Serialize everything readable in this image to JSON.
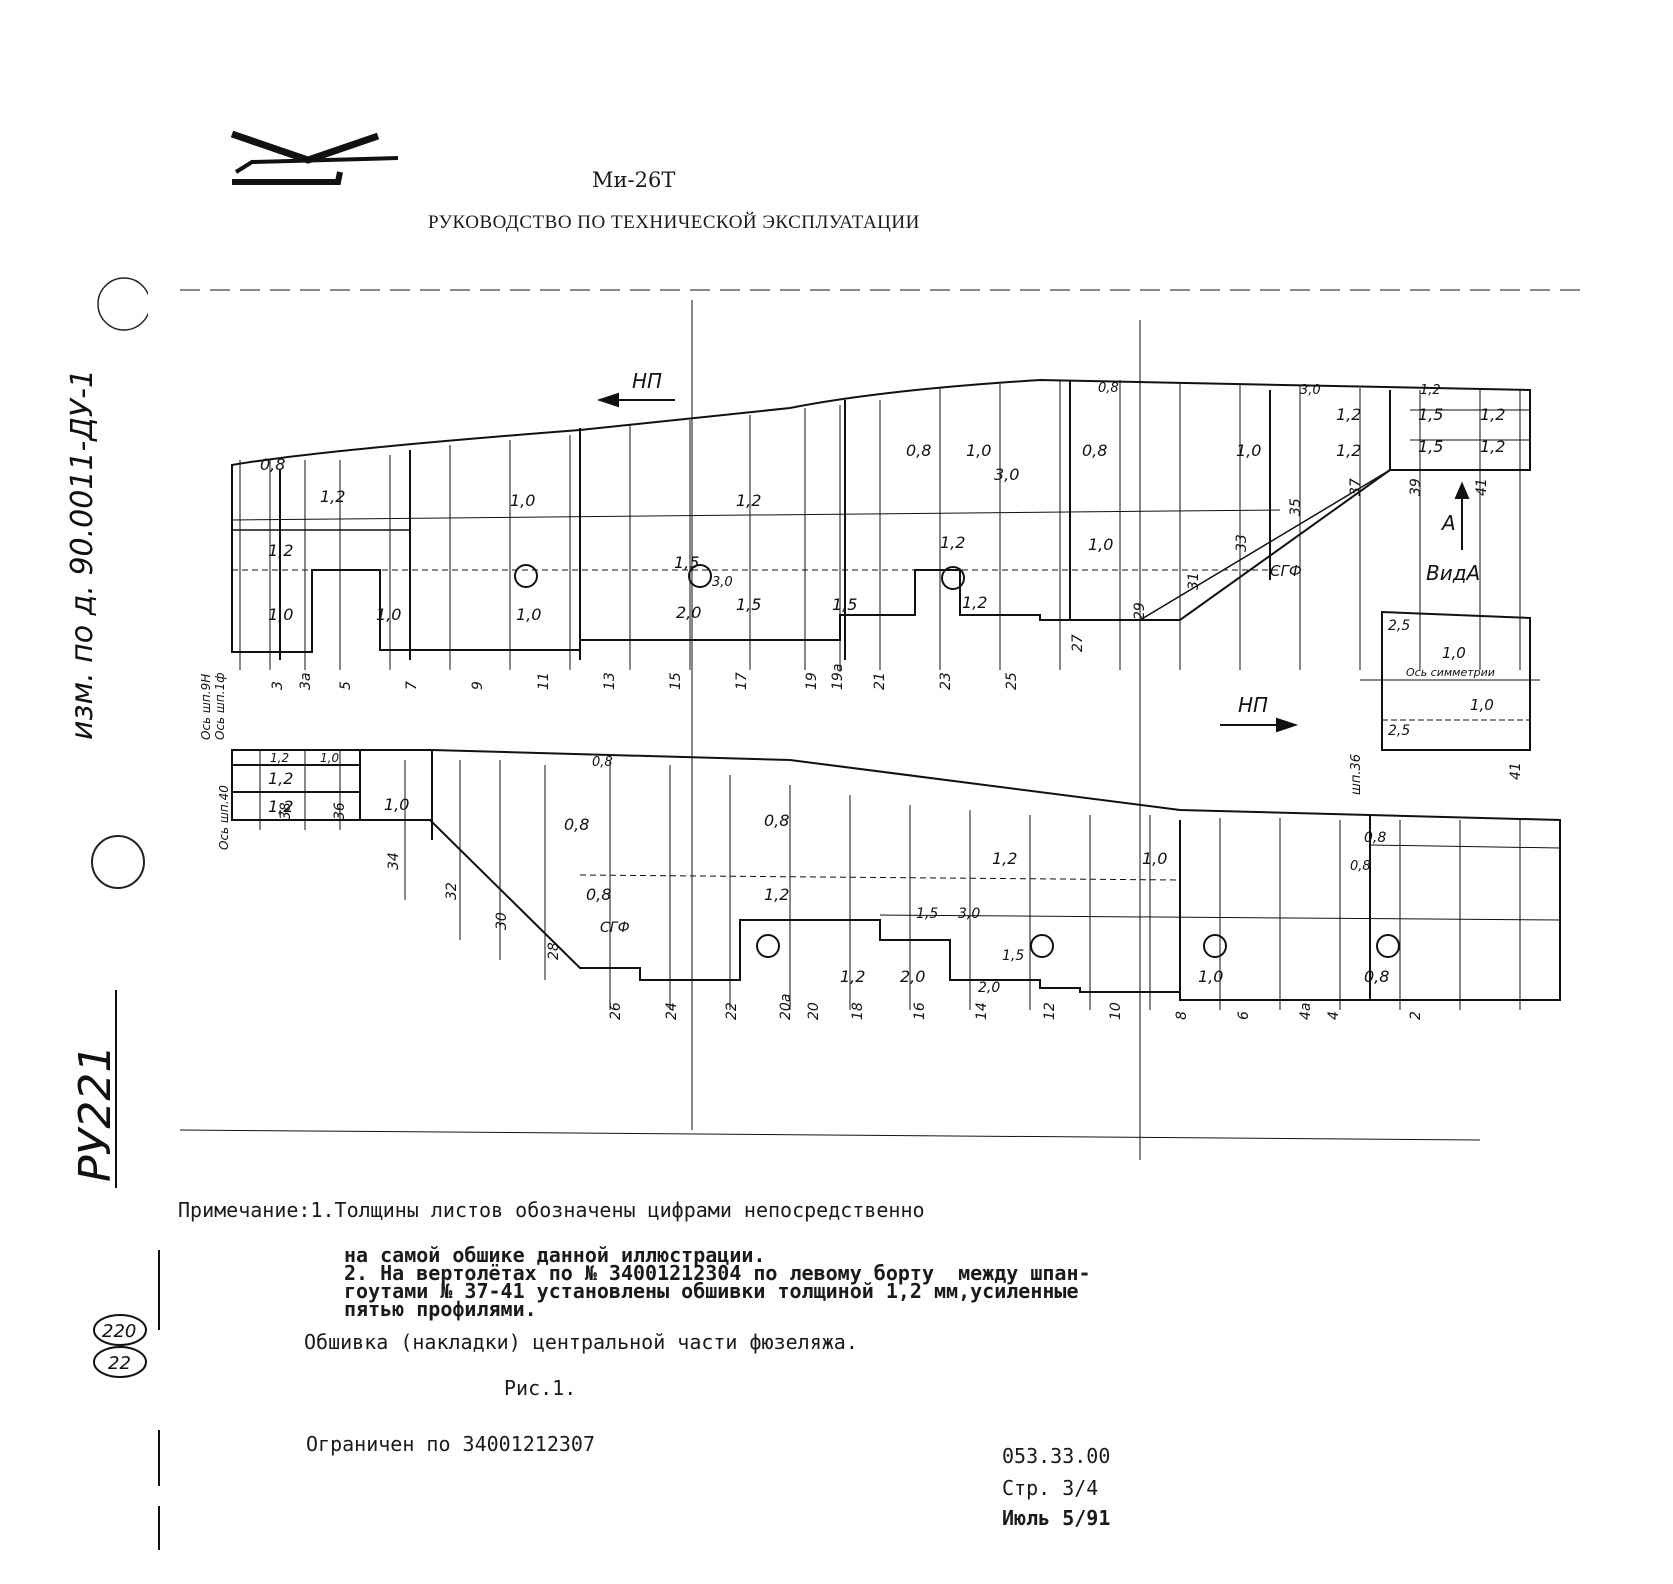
{
  "header": {
    "title": "Ми-26Т",
    "subtitle": "РУКОВОДСТВО ПО ТЕХНИЧЕСКОЙ ЭКСПЛУАТАЦИИ"
  },
  "margin": {
    "handwritten_note": "изм. по д. 90.0011-ДУ-1",
    "handwritten_code": "РУ221"
  },
  "diagram": {
    "upper": {
      "direction": "НП",
      "sgf": "СГФ",
      "thickness_labels": [
        "0,8",
        "1,2",
        "1,0",
        "1,2",
        "1,2",
        "1,0",
        "1,0",
        "1,0",
        "1,5",
        "3,0",
        "2,0",
        "1,5",
        "1,5",
        "1,2",
        "1,2",
        "0,8",
        "1,0",
        "3,0",
        "0,8",
        "0,8",
        "1,0",
        "1,0",
        "3,0",
        "1,2",
        "1,2",
        "1,5",
        "1,2",
        "1,5",
        "1,2",
        "1,2"
      ],
      "frame_labels": [
        "Ось шп.9Н",
        "Ось шп.1ф",
        "3",
        "3а",
        "5",
        "7",
        "9",
        "11",
        "13",
        "15",
        "17",
        "19",
        "19а",
        "21",
        "23",
        "25",
        "27",
        "29",
        "31",
        "33",
        "35",
        "37",
        "39",
        "41"
      ]
    },
    "view_a": {
      "arrow": "А",
      "title": "ВидА",
      "labels": [
        "2,5",
        "1,0",
        "Ось симметрии",
        "1,0",
        "2,5"
      ],
      "frames": [
        "шп.36",
        "41"
      ]
    },
    "lower": {
      "direction": "НП",
      "sgf": "СГФ",
      "thickness_labels": [
        "1,2",
        "1,0",
        "1,2",
        "1,2",
        "1,0",
        "0,8",
        "0,8",
        "0,8",
        "0,8",
        "1,2",
        "1,2",
        "1,5",
        "3,0",
        "2,0",
        "1,5",
        "1,2",
        "2,0",
        "1,0",
        "1,0",
        "0,8",
        "0,8",
        "0,8"
      ],
      "frame_labels": [
        "Ось шп.40",
        "38",
        "36",
        "34",
        "32",
        "30",
        "28",
        "26",
        "24",
        "22",
        "20а",
        "20",
        "18",
        "16",
        "14",
        "12",
        "10",
        "8",
        "6",
        "4а",
        "4",
        "2"
      ]
    }
  },
  "notes": {
    "line1": "Примечание:1.Толщины листов обозначены цифрами непосредственно",
    "line2": "на самой обшике данной иллюстрации.",
    "line3": "2. На вертолётах по № 34001212304 по левому борту  между шпан-",
    "line4": "гоутами № 37-41 установлены обшивки толщиной 1,2 мм,усиленные",
    "line5": "пятью профилями."
  },
  "caption": "Обшивка (накладки) центральной части фюзеляжа.",
  "figure": "Рис.1.",
  "limited": "Ограничен по  34001212307",
  "footer": {
    "doc_number": "053.33.00",
    "page": "Стр. 3/4",
    "date": "Июль 5/91"
  },
  "stamps": [
    "220",
    "22"
  ]
}
